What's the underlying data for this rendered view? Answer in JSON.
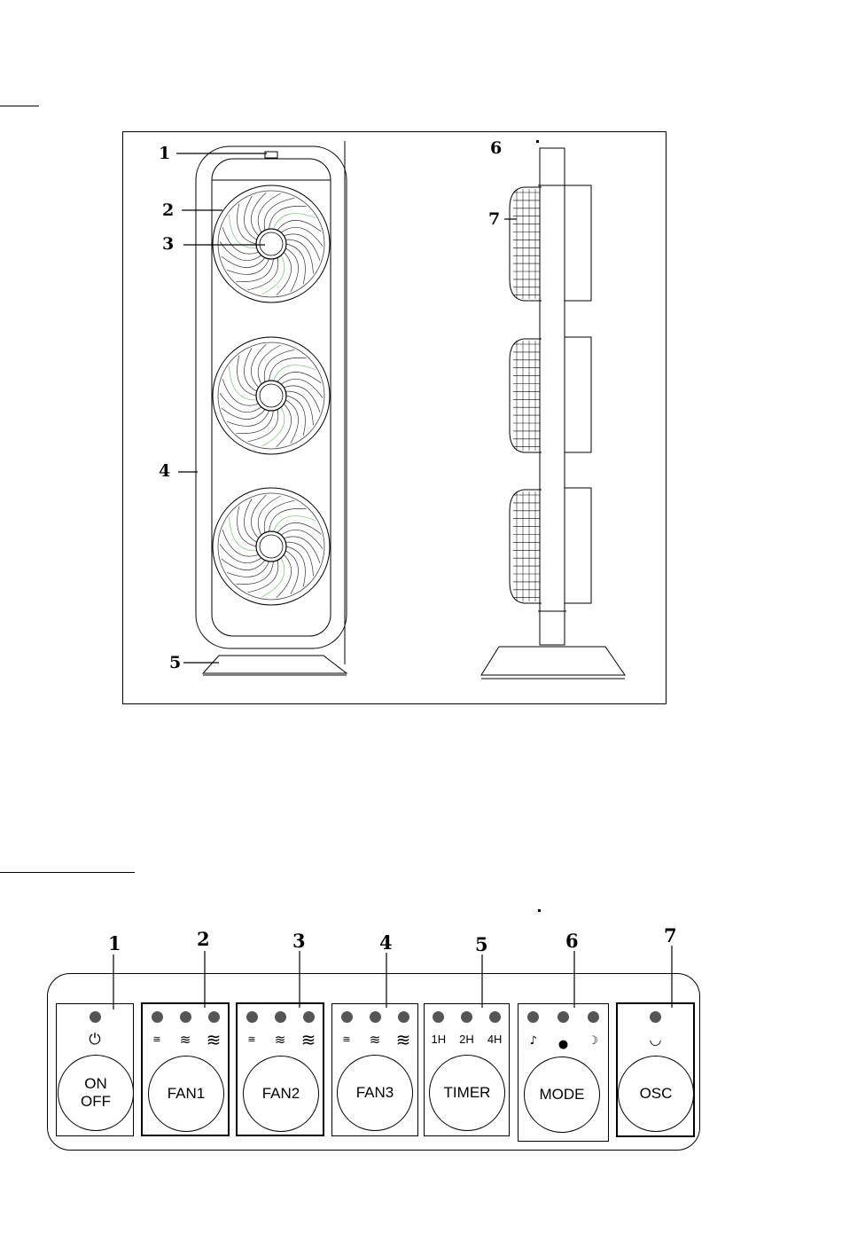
{
  "fan_figure": {
    "callouts": [
      "1",
      "2",
      "3",
      "4",
      "5",
      "6",
      "7"
    ]
  },
  "control_panel": {
    "callouts": [
      "1",
      "2",
      "3",
      "4",
      "5",
      "6",
      "7"
    ],
    "groups": [
      {
        "button": "ON\nOFF",
        "leds": 1,
        "symbols": [
          "⏻"
        ]
      },
      {
        "button": "FAN1",
        "leds": 3,
        "symbols": [
          "≅",
          "≋",
          "≋"
        ]
      },
      {
        "button": "FAN2",
        "leds": 3,
        "symbols": [
          "≅",
          "≋",
          "≋"
        ]
      },
      {
        "button": "FAN3",
        "leds": 3,
        "symbols": [
          "≅",
          "≋",
          "≋"
        ]
      },
      {
        "button": "TIMER",
        "leds": 3,
        "symbols": [
          "1H",
          "2H",
          "4H"
        ]
      },
      {
        "button": "MODE",
        "leds": 3,
        "symbols": [
          "♪",
          "●",
          "☽"
        ]
      },
      {
        "button": "OSC",
        "leds": 1,
        "symbols": [
          "◡"
        ]
      }
    ]
  },
  "colors": {
    "line": "#000000",
    "led": "#555555",
    "fan_accent": "#6fbf6f"
  }
}
